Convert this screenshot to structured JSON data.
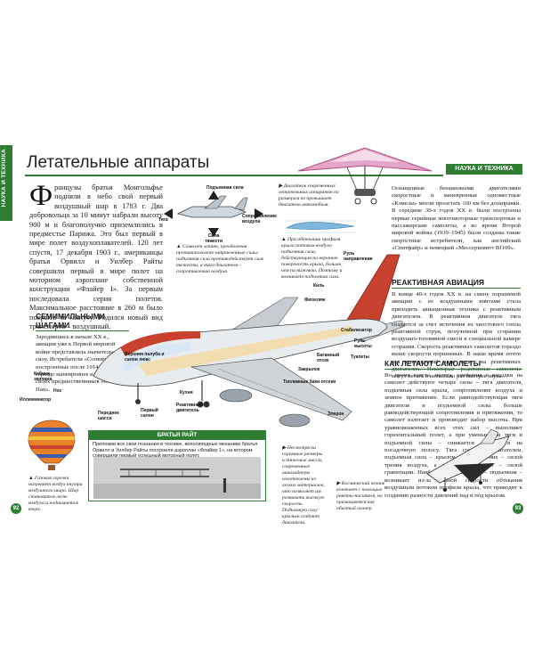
{
  "side_tab": "НАУКА И ТЕХНИКА",
  "title": "Летательные аппараты",
  "section_banner": "НАУКА И ТЕХНИКА",
  "intro": {
    "dropcap": "Ф",
    "text": "ранцузы братья Монгольфье подняли в небо свой первый воздушный шар в 1783 г. Два добровольца за 10 минут набрали высоту 900 м и благополучно приземлились в предместье Парижа. Это был первый в мире полет воздухоплавателей. 120 лет спустя, 17 декабря 1903 г., американцы братья Орвилл и Уилбер Райты совершили первый в мире полет на моторном аэроплане собственной конструкции «Флайер I». За первым последовала серия полетов. Максимальное расстояние в 260 м было покрыто за минуту. Родился новый вид транспорта – воздушный."
  },
  "seven_league": {
    "heading": "СЕМИМИЛЬНЫМИ ШАГАМИ",
    "text": "Зародившись в начале XX в., авиация уже к Первой мировой войне представляла значительную силу. Истребители «Сопвич Кэмел», построенные после 1914 г., были гораздо маневреннее и быстрее своих предшественников «Сопвич Пап»."
  },
  "forces": {
    "lift": "Подъемная сила",
    "thrust": "Тяга",
    "drag": "Сопротивление воздуха",
    "weight": "Сила тяжести",
    "caption": "▲ Самолет летит, преодолевая противоположно направленные силы: подъемная сила противодействует силе тяжести, а тяга двигателя – сопротивлению воздуха."
  },
  "engine_caption": "▶ Двигатель современных летательных аппаратов по размерам не превышает двигатель автомобиля.",
  "wing_caption": "▲ При обтекании профиля крыла потоком воздуха подъемная сила, действующая на верхнюю поверхность крыла, больше, чем на нижнюю. Поэтому и возникает подъемная сила.",
  "plane_labels": {
    "rudder": "Руль направления",
    "fin": "Киль",
    "fuselage": "Фюзеляж",
    "stabilizer": "Стабилизатор",
    "elevator": "Руль высоты",
    "toilets": "Туалеты",
    "baggage": "Багажный отсек",
    "flaps": "Закрылок",
    "fuel_tanks": "Топливные баки-отсеки",
    "aileron": "Элерон",
    "cabin": "Кабина экипажа",
    "upper_deck": "Верхняя палуба и салон люкс",
    "nose": "Нос",
    "illuminator": "Иллюминатор",
    "kitchen": "Кухня",
    "first_class": "Первый салон",
    "jet_engine": "Реактивный двигатель",
    "front_gear": "Переднее шасси"
  },
  "balloon_caption": "▲ Газовая горелка нагревает воздух внутри воздушного шара. Шар становится легче воздуха и поднимается вверх.",
  "wright": {
    "heading": "БРАТЬЯ РАЙТ",
    "text": "Приложив все свои познания в технике, велосипедные механики братья Орвилл и Уилбер Райты построили аэроплан «Флайер 1», на котором совершили первый успешный моторный полет."
  },
  "glider_caption": "▶ Несмотря на огромные размеры и тяжелые массы, современные авиалайнеры изготовлены из легких материалов, что позволяет им развивать высокую скорость. Подъемную силу крыльев создают двигатели.",
  "right_intro": "Оснащенные бензиновыми двигателями скоростные и маневренные одноместные «Кэмелы» могли пролетать 160 км без дозаправки. В середине 30-х годов XX в. были построены первые серийные многомоторные транспортные и пассажирские самолеты, а во время Второй мировой войны (1939–1945) были созданы такие скоростные истребители, как английский «Спитфайр» и немецкий «Мессершмитт Bf109».",
  "jet": {
    "heading": "РЕАКТИВНАЯ АВИАЦИЯ",
    "text": "В конце 40-х годов XX в. на смену поршневой авиации с ее воздушными винтами стала приходить авиационная техника с реактивным двигателем. В реактивном двигателе тяга создается за счет истечения из хвостового сопла реактивной струи, полученной при сгорании воздушно-топливной смеси в специальной камере сгорания. Скорость реактивных самолетов гораздо выше скорости поршневых. В наше время почти вся авиационный парк летает на реактивных двигателях. Некоторые реактивные самолеты могут летать в несколько раз быстрее звука."
  },
  "how": {
    "heading": "КАК ЛЕТАЮТ САМОЛЕТЫ",
    "text": "Во время взлета, полета, снижения и посадки на самолет действуют четыре силы – тяга двигателя, подъемная сила крыла, сопротивление воздуха и земное притяжение. Если равнодействующая тяги двигателя и подъемной силы больше равнодействующей сопротивления и притяжения, то самолет взлетает и производит набор высоты. При уравновешенных всех этих сил – выполняет горизонтальный полет, а при уменьшении тяги и подъемной силы – снижается и садится на посадочную полосу. Тяга создается двигателем, подъемная сила – крылом, сопротивление – силой трения воздуха, а притяжение Земли – силой гравитации. Наиболее значимая сила – подъемная – возникает из-за разной скорости обтекания воздушным потоком профиля крыла, что приводит к созданию разности давлений над и под крылом."
  },
  "shuttle_caption": "▶ Космический челнок взлетает с помощью ракеты-носителя, но приземляется как обычный планер.",
  "page_left": "92",
  "page_right": "93",
  "colors": {
    "accent": "#2e7d32",
    "plane_red": "#c8402e",
    "balloon_orange": "#e9822a"
  }
}
